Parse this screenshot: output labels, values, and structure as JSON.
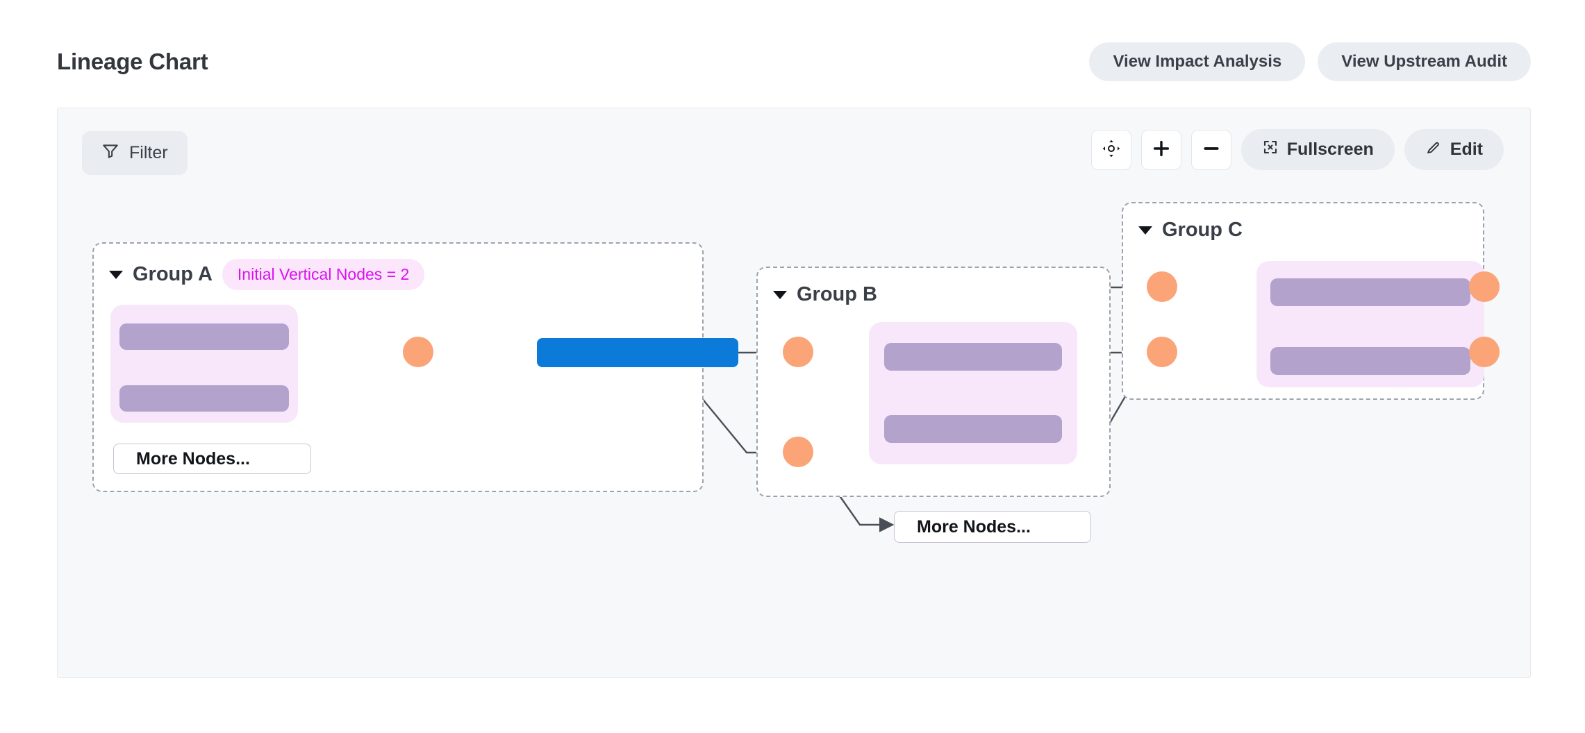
{
  "header": {
    "title": "Lineage Chart",
    "actions": [
      {
        "label": "View Impact Analysis",
        "name": "view-impact-analysis-button"
      },
      {
        "label": "View Upstream Audit",
        "name": "view-upstream-audit-button"
      }
    ]
  },
  "toolbar": {
    "filter_label": "Filter",
    "filter_icon": "funnel-icon",
    "fit_view_icon": "fit-view-icon",
    "zoom_in_icon": "plus-icon",
    "zoom_out_icon": "minus-icon",
    "fullscreen_label": "Fullscreen",
    "fullscreen_icon": "fullscreen-icon",
    "edit_label": "Edit",
    "edit_icon": "pencil-icon"
  },
  "colors": {
    "accent_blue": "#0b7ad8",
    "node_purple": "#b3a3cc",
    "node_container_pink": "#f8e7fb",
    "connector_orange": "#faa478",
    "badge_text": "#d912ef",
    "badge_bg": "#fbe6fb",
    "canvas_bg": "#f7f8fa",
    "group_border": "#9ea3ab",
    "edge_stroke": "#4a4f57",
    "pill_bg": "#e9edf1"
  },
  "graph": {
    "groups": [
      {
        "id": "group-a",
        "label": "Group A",
        "badge": "Initial Vertical Nodes = 2",
        "collapsed": false,
        "nodes": [
          {
            "type": "purple-node",
            "label": ""
          },
          {
            "type": "purple-node",
            "label": ""
          }
        ],
        "more_nodes_label": "More Nodes..."
      },
      {
        "id": "group-b",
        "label": "Group B",
        "badge": "",
        "collapsed": false,
        "nodes": [
          {
            "type": "purple-node",
            "label": ""
          },
          {
            "type": "purple-node",
            "label": ""
          }
        ],
        "more_nodes_label": "More Nodes..."
      },
      {
        "id": "group-c",
        "label": "Group C",
        "badge": "",
        "collapsed": false,
        "nodes": [
          {
            "type": "purple-node",
            "label": ""
          },
          {
            "type": "purple-node",
            "label": ""
          }
        ],
        "more_nodes_label": ""
      }
    ],
    "standalone_nodes": [
      {
        "id": "blue-node-1",
        "type": "blue-node",
        "label": ""
      }
    ],
    "connector_dot_count": 8
  }
}
